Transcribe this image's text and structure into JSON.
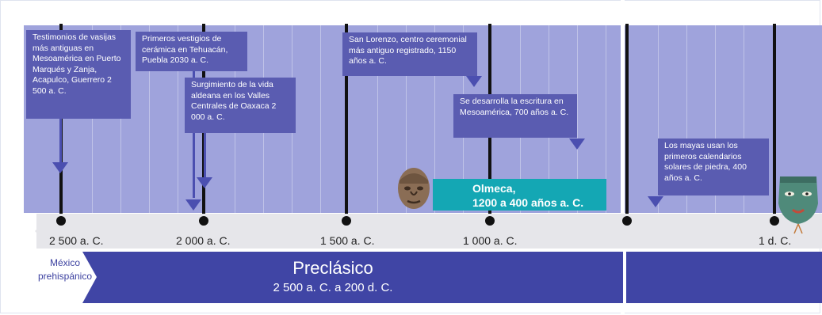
{
  "timeline": {
    "years": [
      "2 500 a. C.",
      "2 000 a. C.",
      "1 500 a. C.",
      "1 000 a. C.",
      "1 d. C."
    ]
  },
  "events": {
    "vasijas": "Testimonios de vasijas más antiguas en Mesoamérica en Puerto Marqués y Zanja, Acapulco, Guerrero 2 500 a. C.",
    "ceramica": "Primeros vestigios de cerámica en Tehuacán, Puebla 2030 a. C.",
    "aldeana": "Surgimiento de la vida aldeana en los Valles Centrales de Oaxaca 2 000 a. C.",
    "sanlorenzo": "San Lorenzo, centro ceremonial más antiguo registrado, 1150 años a. C.",
    "escritura": "Se desarrolla la escritura en Mesoamérica, 700 años a. C.",
    "calendarios": "Los mayas usan los primeros calendarios solares de piedra, 400 años a. C."
  },
  "culture": {
    "name": "Olmeca,",
    "range": "1200 a 400 años a. C.",
    "color": "#14a7b4"
  },
  "period": {
    "region": "México prehispánico",
    "title": "Preclásico",
    "range": "2 500 a. C. a 200 d. C.",
    "color": "#4045a5"
  },
  "icons": [
    "olmec-head-icon",
    "jade-mask-icon"
  ]
}
